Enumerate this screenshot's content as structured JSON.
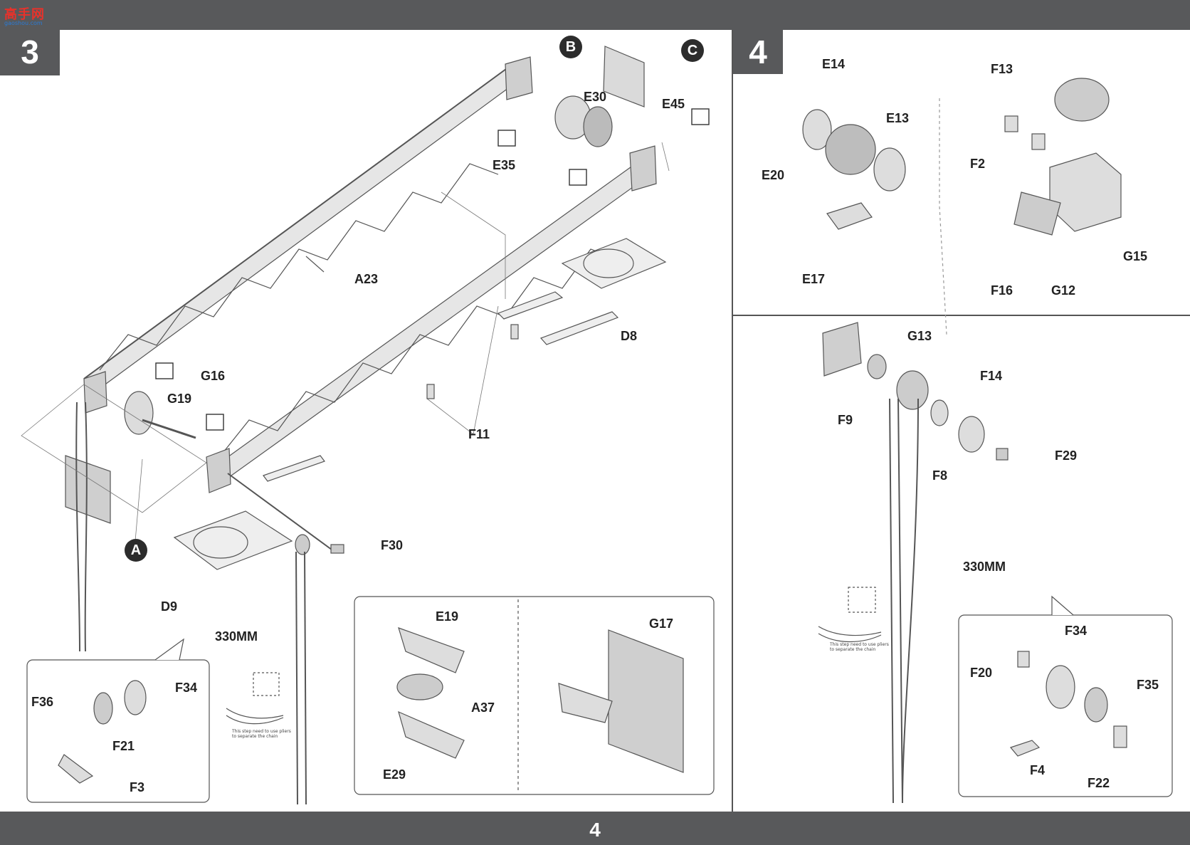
{
  "header": {
    "logo_text": "高手网",
    "logo_sub": "gaoshou.com"
  },
  "footer": {
    "page_number": "4"
  },
  "steps": {
    "step3": "3",
    "step4": "4"
  },
  "markers": {
    "a": "A",
    "b": "B",
    "c": "C"
  },
  "step3_labels": {
    "e30": "E30",
    "e45": "E45",
    "e35": "E35",
    "a23": "A23",
    "d8": "D8",
    "g16": "G16",
    "g19": "G19",
    "f11": "F11",
    "f30": "F30",
    "d9": "D9",
    "mm330": "330MM",
    "e19": "E19",
    "a37": "A37",
    "e29": "E29",
    "g17": "G17",
    "f36": "F36",
    "f34": "F34",
    "f21": "F21",
    "f3": "F3"
  },
  "step4_labels": {
    "e14": "E14",
    "e13": "E13",
    "e20": "E20",
    "e17": "E17",
    "f13": "F13",
    "f2": "F2",
    "g15": "G15",
    "f16": "F16",
    "g12": "G12",
    "g13": "G13",
    "f14": "F14",
    "f9": "F9",
    "f8": "F8",
    "f29": "F29",
    "mm330": "330MM",
    "f34": "F34",
    "f20": "F20",
    "f35": "F35",
    "f4": "F4",
    "f22": "F22"
  },
  "notes": {
    "pliers_line1": "This step need to use pliers",
    "pliers_line2": "to separate the chain"
  }
}
